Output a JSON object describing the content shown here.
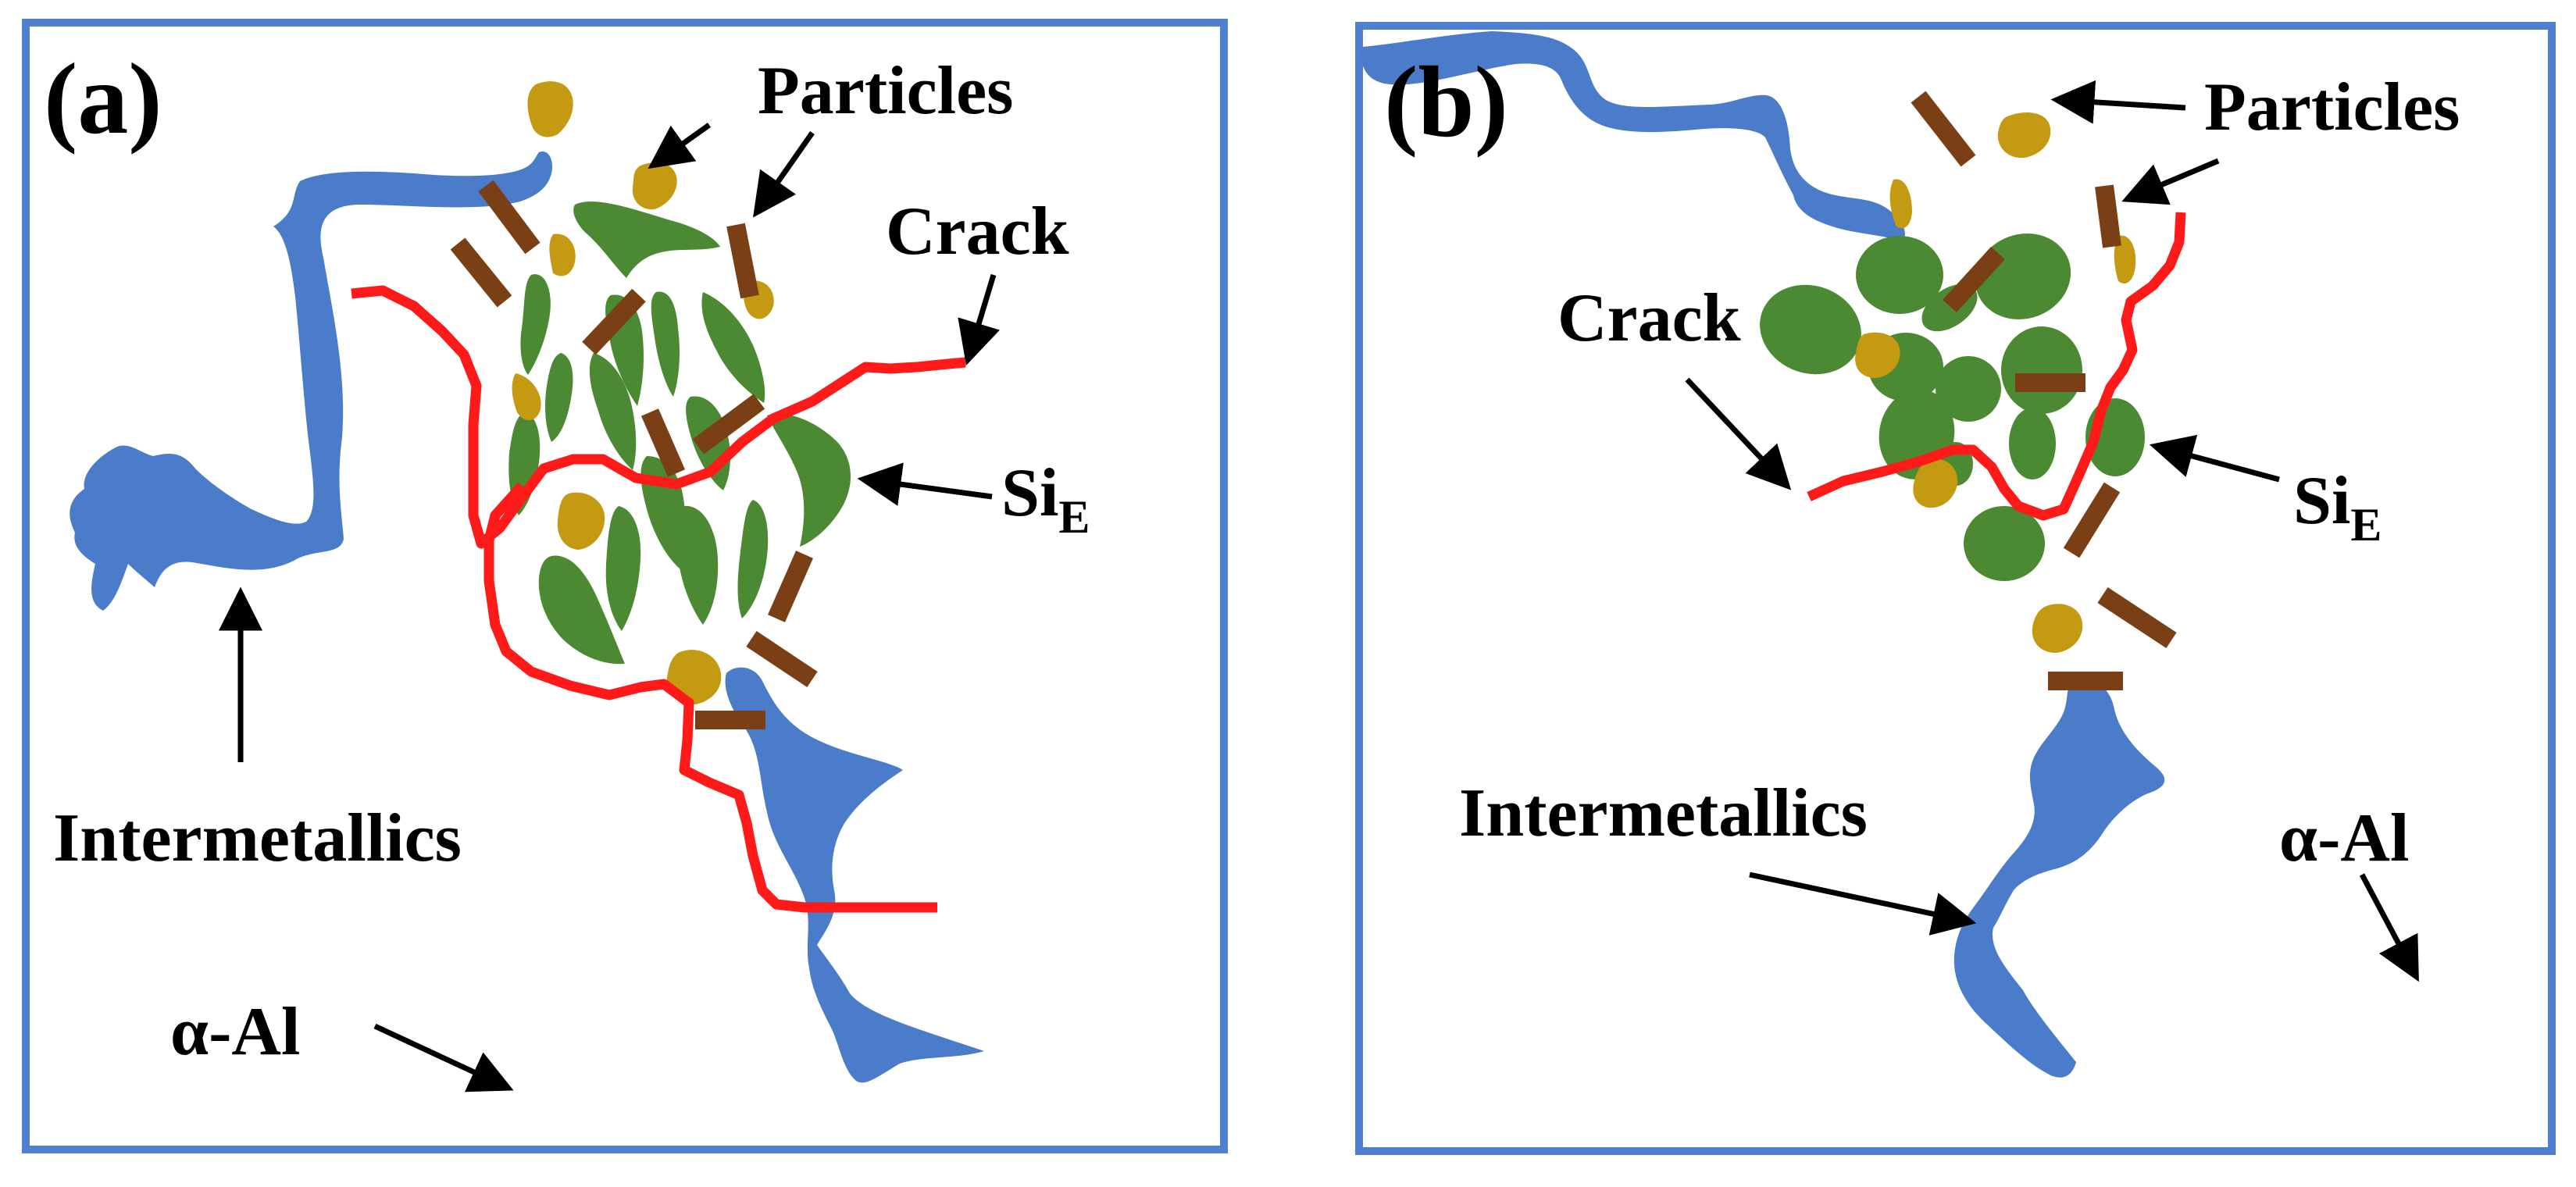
{
  "colors": {
    "frame": "#4f7fd1",
    "intermetallic": "#4a7cc9",
    "si_eutectic": "#4b8a33",
    "particle": "#c49a12",
    "rod": "#7a3f14",
    "crack": "#ff1a1a",
    "text": "#000000"
  },
  "panel_a": {
    "tag": "(a)",
    "labels": {
      "particles": "Particles",
      "crack": "Crack",
      "si": "Si",
      "si_sub": "E",
      "intermetallics": "Intermetallics",
      "alpha_al": "α-Al"
    }
  },
  "panel_b": {
    "tag": "(b)",
    "labels": {
      "particles": "Particles",
      "crack": "Crack",
      "si": "Si",
      "si_sub": "E",
      "intermetallics": "Intermetallics",
      "alpha_al": "α-Al"
    }
  }
}
